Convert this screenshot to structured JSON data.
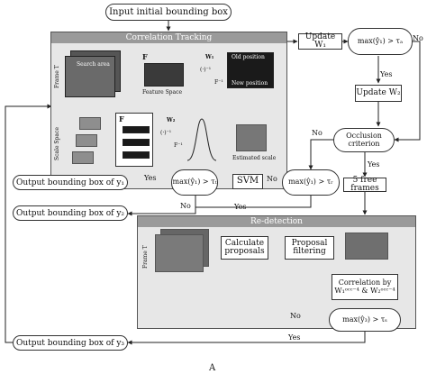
{
  "start": "Input initial bounding box",
  "correlation": {
    "title": "Correlation Tracking",
    "frame": "Frame T",
    "search": "Search area",
    "F": "F",
    "feature_space": "Feature Space",
    "inv": "(·)⁻¹",
    "Finv": "F⁻¹",
    "w1": "W₁",
    "old": "Old position",
    "new": "New position",
    "scale_space": "Scale Space",
    "w2": "W₂",
    "estimated": "Estimated scale"
  },
  "update_w1": "Update W₁",
  "update_w2": "Update W₂",
  "cond_ta": "max(ŷ₁) > τₐ",
  "cond_tr": "max(ŷ₁) > τᵣ",
  "cond_tt": "max(ŷ₁) > τₜ",
  "cond_ts": "max(ŷ₃) > τₛ",
  "occlusion": "Occlusion criterion",
  "five": "5 free frames",
  "svm": "SVM",
  "out1": "Output bounding box of y₁",
  "out2": "Output bounding box of y₂",
  "out3": "Output bounding box of y₃",
  "redetection": {
    "title": "Re-detection",
    "frame": "Frame T",
    "calc": "Calculate proposals",
    "filter": "Proposal filtering",
    "corr": "Correlation by W₁ᵒᶜᶜ⁻⁴ & W₂ᵒᶜᶜ⁻⁴"
  },
  "yes": "Yes",
  "no": "No",
  "caption": "A"
}
